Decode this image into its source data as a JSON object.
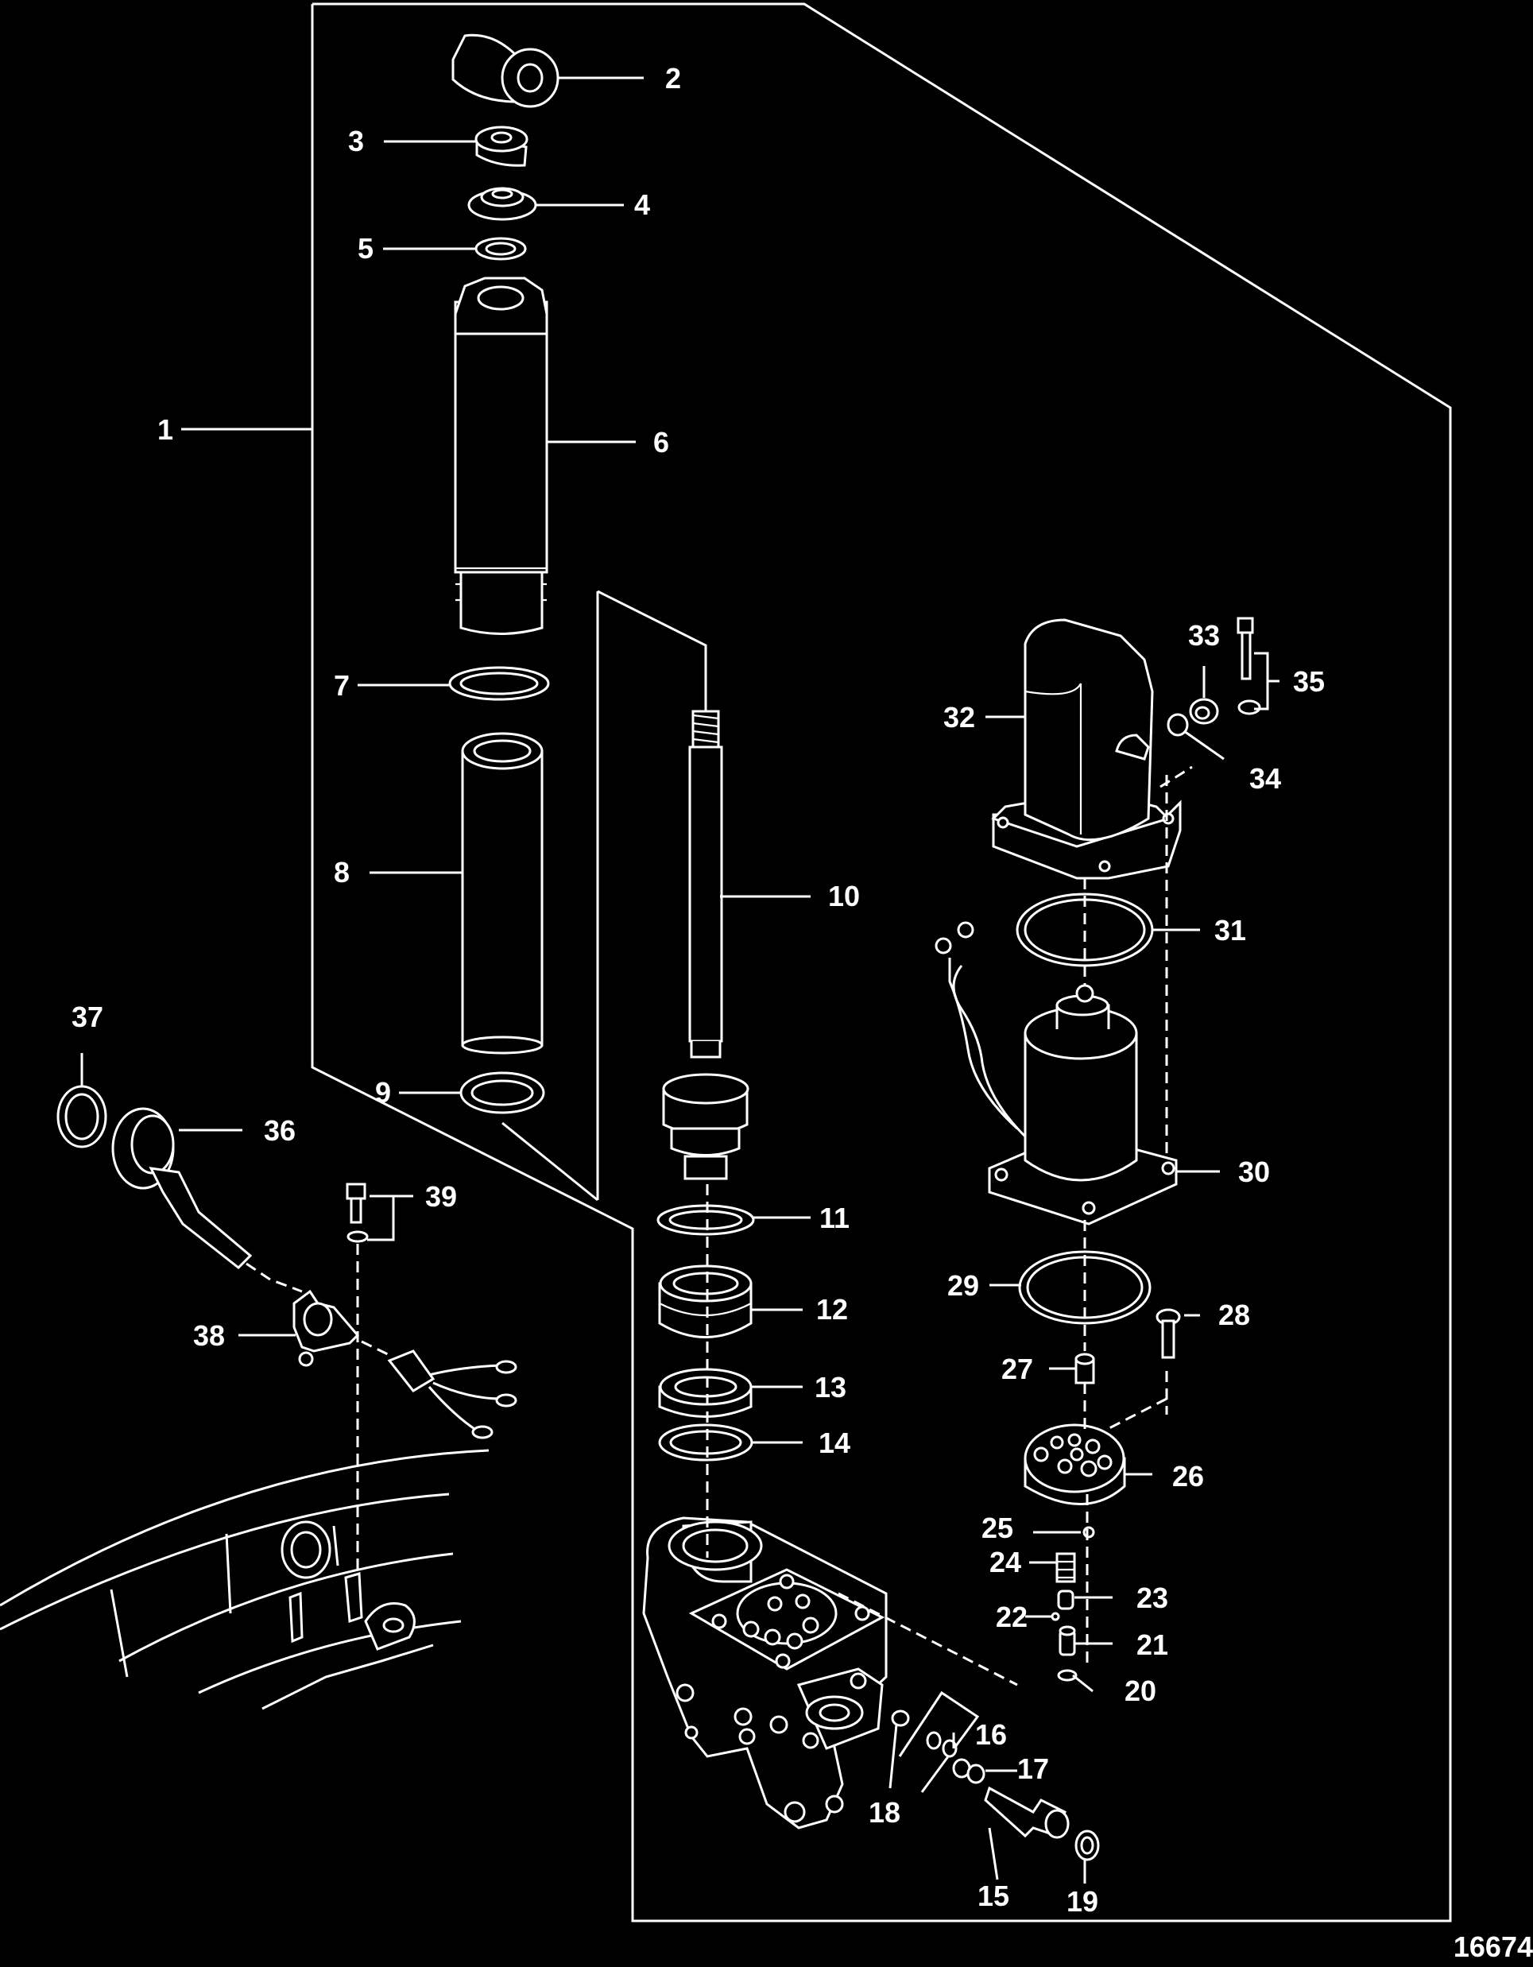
{
  "callouts": {
    "c1": "1",
    "c2": "2",
    "c3": "3",
    "c4": "4",
    "c5": "5",
    "c6": "6",
    "c7": "7",
    "c8": "8",
    "c9": "9",
    "c10": "10",
    "c11": "11",
    "c12": "12",
    "c13": "13",
    "c14": "14",
    "c15": "15",
    "c16": "16",
    "c17": "17",
    "c18": "18",
    "c19": "19",
    "c20": "20",
    "c21": "21",
    "c22": "22",
    "c23": "23",
    "c24": "24",
    "c25": "25",
    "c26": "26",
    "c27": "27",
    "c28": "28",
    "c29": "29",
    "c30": "30",
    "c31": "31",
    "c32": "32",
    "c33": "33",
    "c34": "34",
    "c35": "35",
    "c36": "36",
    "c37": "37",
    "c38": "38",
    "c39": "39"
  },
  "figure_number": "16674"
}
